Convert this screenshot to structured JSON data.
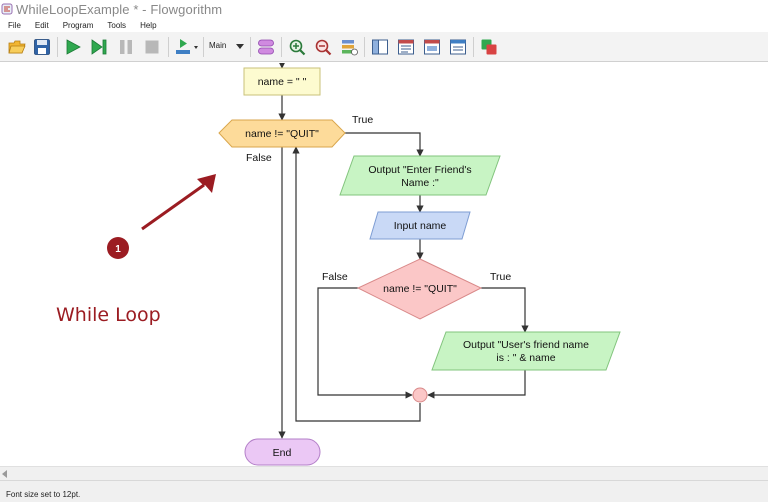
{
  "window": {
    "title": "WhileLoopExample * - Flowgorithm"
  },
  "menu": {
    "items": [
      "File",
      "Edit",
      "Program",
      "Tools",
      "Help"
    ]
  },
  "toolbar": {
    "function_selector": "Main",
    "buttons": [
      "open-folder-icon",
      "save-icon",
      "run-icon",
      "step-icon",
      "pause-icon",
      "stop-icon",
      "run-mode-icon",
      "variables-icon",
      "zoom-in-icon",
      "zoom-out-icon",
      "layers-icon",
      "layout-1-icon",
      "layout-2-icon",
      "layout-3-icon",
      "layout-4-icon",
      "translate-icon"
    ]
  },
  "flowchart": {
    "assign": "name = \" \"",
    "while_condition": "name != \"QUIT\"",
    "while_true_label": "True",
    "while_false_label": "False",
    "output1_line1": "Output \"Enter Friend's",
    "output1_line2": "Name :\"",
    "input": "Input name",
    "if_condition": "name != \"QUIT\"",
    "if_false_label": "False",
    "if_true_label": "True",
    "output2_line1": "Output \"User's friend name",
    "output2_line2": "is : \" & name",
    "end": "End"
  },
  "annotation": {
    "label": "While Loop",
    "badge": "1",
    "color": "#9b1c22"
  },
  "status": {
    "text": "Font size set to 12pt."
  }
}
